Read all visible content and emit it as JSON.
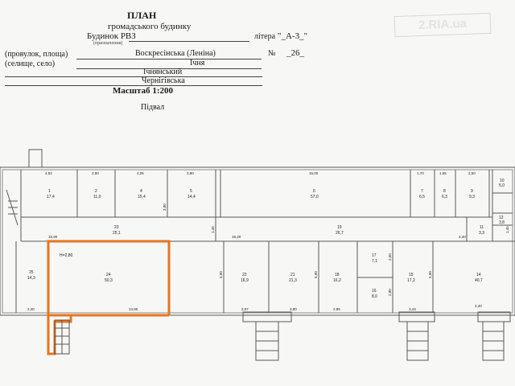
{
  "header": {
    "title": "ПЛАН",
    "subtitle": "громадського будинку",
    "building_name": "Будинок РВЗ",
    "purpose_caption": "(призначення)",
    "litera_label": "літера",
    "litera_value": "\"_А-3_\"",
    "street_caption": "(провулок, площа)",
    "street_value": "Воскресінська (Леніна)",
    "number_label": "№",
    "number_value": "_26_",
    "settlement_caption": "(селище, село)",
    "city": "Ічня",
    "district": "Ічнянський",
    "region": "Чернігівська",
    "scale": "Масштаб 1:200",
    "floor": "Підвал",
    "stamp_text": "2.RIA.ua"
  },
  "plan": {
    "highlight_color": "#e8741e",
    "room_24_height": "Н=2,80",
    "rooms": [
      {
        "no": "1",
        "area": "17,4"
      },
      {
        "no": "2",
        "area": "11,0"
      },
      {
        "no": "4",
        "area": "15,4"
      },
      {
        "no": "5",
        "area": "14,4"
      },
      {
        "no": "6",
        "area": "57,0"
      },
      {
        "no": "7",
        "area": "6,5"
      },
      {
        "no": "8",
        "area": "6,3"
      },
      {
        "no": "9",
        "area": "9,3"
      },
      {
        "no": "10",
        "area": "5,0"
      },
      {
        "no": "23",
        "area": "25,1"
      },
      {
        "no": "19",
        "area": "26,7"
      },
      {
        "no": "12",
        "area": "3,8"
      },
      {
        "no": "11",
        "area": "3,3"
      },
      {
        "no": "25",
        "area": "14,3"
      },
      {
        "no": "24",
        "area": "50,3"
      },
      {
        "no": "22",
        "area": "16,9"
      },
      {
        "no": "21",
        "area": "21,3"
      },
      {
        "no": "18",
        "area": "16,2"
      },
      {
        "no": "17",
        "area": "7,1"
      },
      {
        "no": "16",
        "area": "8,0"
      },
      {
        "no": "15",
        "area": "17,2"
      },
      {
        "no": "14",
        "area": "40,7"
      }
    ],
    "dims": {
      "d_4_52": "4,52",
      "d_2_90": "2,90",
      "d_4_05": "4,05",
      "d_3_80": "3,80",
      "d_15_00": "15,00",
      "d_1_70": "1,70",
      "d_1_65": "1,65",
      "d_2_50": "2,50",
      "d_15_90": "15,90",
      "d_18_40": "18,40",
      "d_13_90": "13,90",
      "d_2_40a": "2,40",
      "d_3_07": "3,07",
      "d_3_90": "3,90",
      "d_2_95": "2,95",
      "d_3_43": "3,43",
      "d_2_40b": "2,40",
      "d_2_40c": "2,40",
      "d_5_90a": "5,90",
      "d_5_90b": "5,90",
      "d_5_90c": "5,90",
      "d_2_50v": "2,50",
      "d_2_80v": "2,80",
      "d_3_80v": "3,80",
      "d_1_45a": "1,45",
      "d_1_45b": "1,45"
    }
  }
}
